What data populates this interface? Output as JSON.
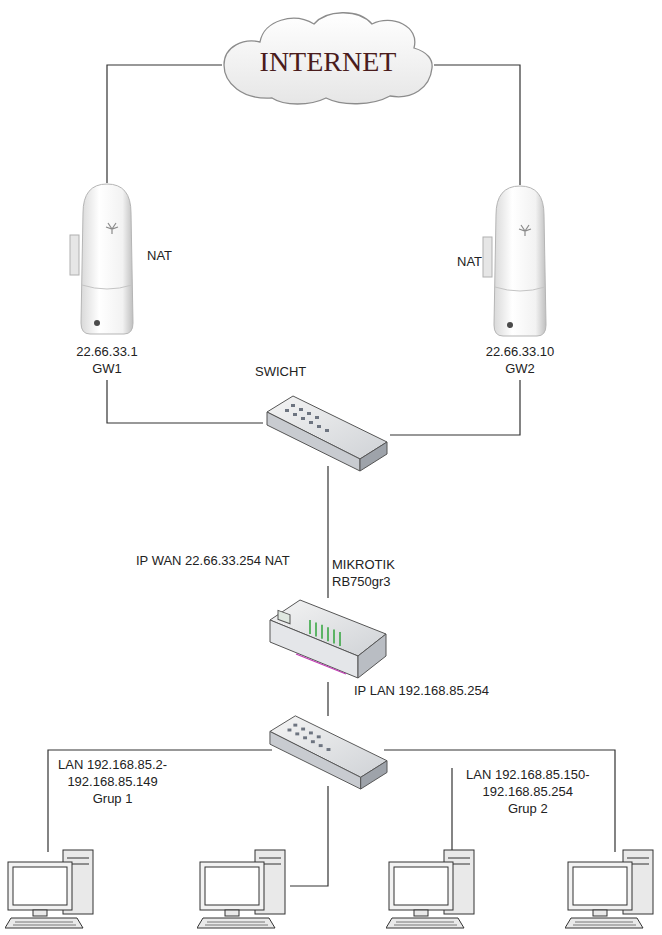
{
  "diagram": {
    "nodes": [
      {
        "text": [
          "INTERNET"
        ]
      },
      {
        "text": [
          "NAT",
          "22.66.33.1 GW1"
        ]
      },
      {
        "text": [
          "NAT",
          "22.66.33.10 GW2"
        ]
      },
      {
        "text": [
          "SWICHT"
        ]
      },
      {
        "text": [
          "IP WAN 22.66.33.254 NAT",
          "MIKROTIK RB750gr3",
          "IP LAN 192.168.85.254"
        ]
      }
    ],
    "edges": [
      {
        "from": 0,
        "to": 1,
        "arrow": "none"
      },
      {
        "from": 0,
        "to": 2,
        "arrow": "none"
      },
      {
        "from": 1,
        "to": 3,
        "arrow": "none"
      },
      {
        "from": 2,
        "to": 3,
        "arrow": "none"
      },
      {
        "from": 3,
        "to": 4,
        "arrow": "none"
      }
    ],
    "labels": [
      "LAN 192.168.85.2- 192.168.85.149 Grup 1",
      "LAN 192.168.85.150- 192.168.85.254 Grup 2"
    ]
  }
}
